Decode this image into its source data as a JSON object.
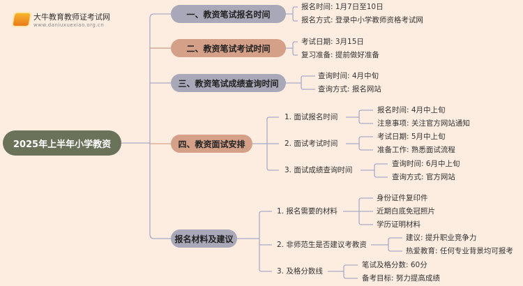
{
  "logo": {
    "name": "大牛教育教师证考试网",
    "url": "www.daniuxuexiao.org.cn"
  },
  "root": "2025年上半年小学教资",
  "branches": [
    {
      "label": "一、教资笔试报名时间",
      "color": "#a9a8b9",
      "leaves": [
        "报名时间: 1月7日至10日",
        "报名方式: 登录中小学教师资格考试网"
      ]
    },
    {
      "label": "二、教资笔试考试时间",
      "color": "#d4a088",
      "leaves": [
        "考试日期: 3月15日",
        "复习准备: 提前做好准备"
      ]
    },
    {
      "label": "三、教资笔试成绩查询时间",
      "color": "#a9a8b9",
      "leaves": [
        "查询时间: 4月中旬",
        "查询方式: 报名网站"
      ]
    },
    {
      "label": "四、教资面试安排",
      "color": "#d4a088",
      "subs": [
        {
          "label": "1. 面试报名时间",
          "leaves": [
            "报名时间: 4月中上旬",
            "注意事项: 关注官方网站通知"
          ]
        },
        {
          "label": "2. 面试考试时间",
          "leaves": [
            "考试日期: 5月中上旬",
            "准备工作: 熟悉面试流程"
          ]
        },
        {
          "label": "3. 面试成绩查询时间",
          "leaves": [
            "查询时间: 6月中上旬",
            "查询方式: 官方网站"
          ]
        }
      ]
    },
    {
      "label": "报名材料及建议",
      "color": "#a9a8b9",
      "subs": [
        {
          "label": "1. 报名需要的材料",
          "leaves": [
            "身份证件复印件",
            "近期白底免冠照片",
            "学历证明材料"
          ]
        },
        {
          "label": "2. 非师范生是否建议考教资",
          "leaves": [
            "建议: 提升职业竞争力",
            "热爱教育: 任何专业背景均可报考"
          ]
        },
        {
          "label": "3. 及格分数线",
          "leaves": [
            "笔试及格分数: 60分",
            "备考目标: 努力提高成绩"
          ]
        }
      ]
    }
  ]
}
